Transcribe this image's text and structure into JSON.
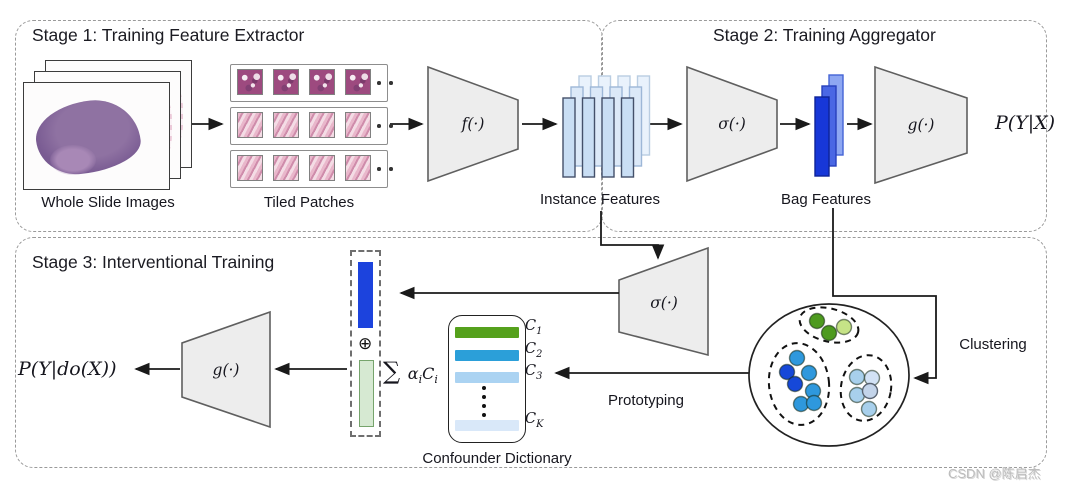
{
  "stage1": {
    "title": "Stage 1: Training Feature Extractor",
    "wsi_label": "Whole Slide Images",
    "patches_label": "Tiled Patches",
    "extractor_label": "f(·)"
  },
  "stage2": {
    "title": "Stage 2: Training Aggregator",
    "instance_label": "Instance Features",
    "sigma_label": "σ(·)",
    "bag_label": "Bag Features",
    "g_label": "g(·)",
    "output": "P(Y|X)"
  },
  "stage3": {
    "title": "Stage 3: Interventional Training",
    "output": "P(Y|do(X))",
    "g_label": "g(·)",
    "sigma_label": "σ(·)",
    "plus_symbol": "⊕",
    "clustering_label": "Clustering",
    "prototyping_label": "Prototyping",
    "sum_expression": {
      "parts": [
        {
          "t": "∑ ",
          "big": true
        },
        {
          "t": "α",
          "sub": "i"
        },
        {
          "t": "C",
          "sub": "i"
        }
      ]
    },
    "dictionary": {
      "title": "Confounder Dictionary",
      "entries": [
        {
          "base": "C",
          "sub": "1",
          "color": "#55a11c"
        },
        {
          "base": "C",
          "sub": "2",
          "color": "#2b9fd9"
        },
        {
          "base": "C",
          "sub": "3",
          "color": "#abd3f2"
        },
        {
          "base": "C",
          "sub": "K",
          "color": "#d9e8f9"
        }
      ]
    },
    "clusters": {
      "green_palette": [
        "#4d9a1f",
        "#c6e387"
      ],
      "blue_palette": [
        "#2e98dd",
        "#1648d8"
      ],
      "lightblue_palette": [
        "#a8d0ec",
        "#d2e2f5",
        "#c3d4ea"
      ]
    }
  },
  "colors": {
    "trapezoid_fill": "#ededed",
    "trapezoid_stroke": "#5f5f5f",
    "instance_bar_front": "#c9def4",
    "instance_bar_mid": "#dce9f8",
    "instance_bar_back": "#e9f2fc",
    "bag_bar_front": "#1737d8",
    "bag_bar_mid": "#4a67e4",
    "bag_bar_back": "#8ea7f2",
    "combo_blue": "#1c43dd",
    "combo_green_fill": "#d6e9d2",
    "combo_green_stroke": "#76a46c",
    "arrow": "#1a1a1a"
  },
  "watermark": "CSDN @陈启杰"
}
